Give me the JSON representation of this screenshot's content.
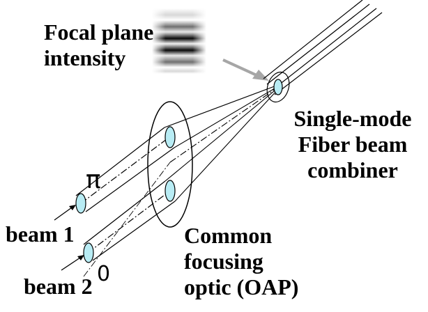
{
  "labels": {
    "focal_plane": [
      "Focal plane",
      "intensity"
    ],
    "fiber": [
      "Single-mode",
      "Fiber beam",
      "combiner"
    ],
    "optic": [
      "Common",
      "focusing",
      "optic (OAP)"
    ],
    "beam1": "beam 1",
    "beam2": "beam 2",
    "phase_pi": "π",
    "phase_zero": "0"
  },
  "colors": {
    "aperture_fill": "#b8ecf4",
    "pointer_arrow": "#a6a6a6",
    "line": "#000000"
  }
}
